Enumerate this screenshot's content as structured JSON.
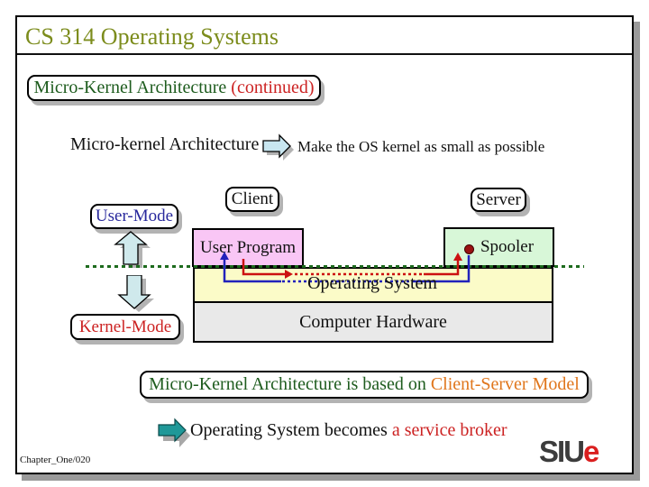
{
  "slide": {
    "title": "CS 314 Operating Systems",
    "heading": {
      "green": "Micro-Kernel Architecture ",
      "red": "(continued)"
    },
    "intro": {
      "term": "Micro-kernel Architecture",
      "definition": "Make the OS kernel as small as possible"
    },
    "diagram": {
      "user_mode": "User-Mode",
      "kernel_mode": "Kernel-Mode",
      "client": "Client",
      "server": "Server",
      "user_program": "User Program",
      "spooler": "Spooler",
      "operating_system": "Operating System",
      "computer_hardware": "Computer Hardware"
    },
    "conclusion": {
      "green": "Micro-Kernel Architecture is based on ",
      "orange": "Client-Server Model"
    },
    "broker_note": {
      "black": "Operating System becomes ",
      "red": "a service broker"
    },
    "footer": {
      "page_id": "Chapter_One/020"
    },
    "logo": {
      "siu": "SIU",
      "e": "e"
    }
  },
  "colors": {
    "title_olive": "#7c8c1c",
    "green_text": "#1e5c1e",
    "red_text": "#cc2222",
    "blue_text": "#28289c",
    "orange_text": "#e0761c",
    "user_program_fill": "#f9c6f5",
    "spooler_fill": "#d8f7d8",
    "os_band_fill": "#fbfbc8",
    "hardware_fill": "#e9e9e9",
    "mode_divider_green": "#1d6b1d",
    "request_line_red": "#cc1111",
    "reply_line_blue": "#2222bb",
    "cyan_arrow_fill": "#c8e6f0",
    "pale_arrow_fill": "#cfe9ec",
    "teal_arrow_fill": "#1f9898"
  }
}
